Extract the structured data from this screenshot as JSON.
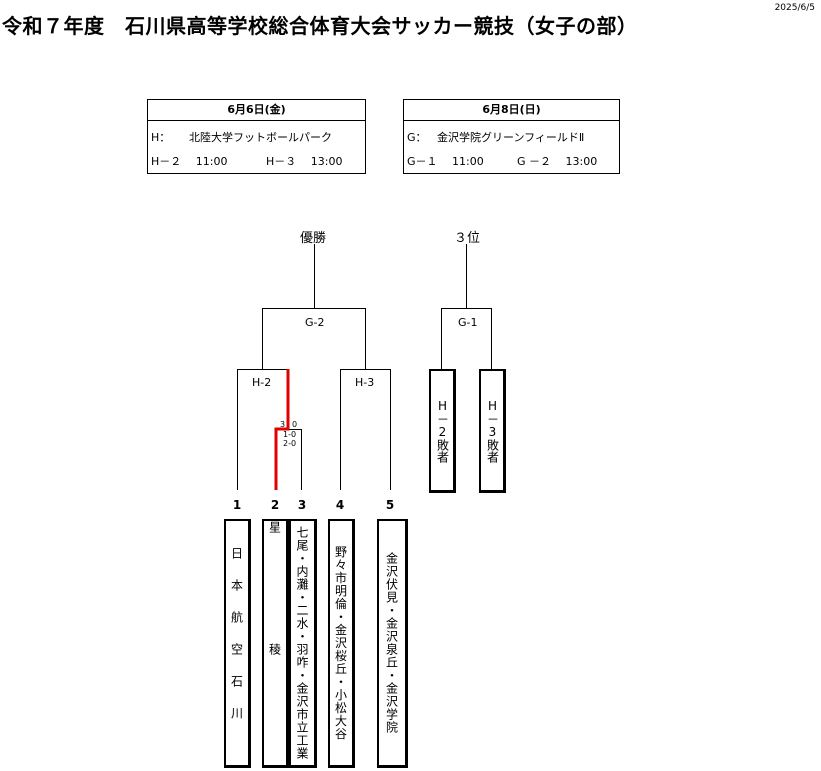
{
  "header": {
    "title": "令和７年度　石川県高等学校総合体育大会サッカー競技（女子の部）",
    "date": "2025/6/5"
  },
  "schedule": [
    {
      "day": "6月6日(金)",
      "venue_code": "H：",
      "venue": "北陸大学フットボールパーク",
      "match1": "H－２　 11:00",
      "match2": "H－３　 13:00"
    },
    {
      "day": "6月8日(日)",
      "venue_code": "G：",
      "venue": "金沢学院グリーンフィールドⅡ",
      "match1": "G－１　 11:00",
      "match2": "G －２　 13:00"
    }
  ],
  "bracket": {
    "champion_label": "優勝",
    "third_label": "３位",
    "final_label": "G-2",
    "third_match_label": "G-1",
    "semi1_label": "H-2",
    "semi2_label": "H-3",
    "qf_score_left": "3",
    "qf_score_right": "0",
    "qf_period1": "1-0",
    "qf_period2": "2-0",
    "highlight_color": "#e00000"
  },
  "teams": [
    {
      "seed": "1",
      "name": "日本航空石川"
    },
    {
      "seed": "2",
      "name": "星稜"
    },
    {
      "seed": "3",
      "name": "七尾・内灘・二水・羽咋・金沢市立工業"
    },
    {
      "seed": "4",
      "name": "野々市明倫・金沢桜丘・小松大谷"
    },
    {
      "seed": "5",
      "name": "金沢伏見・金沢泉丘・金沢学院"
    }
  ],
  "losers": [
    {
      "name": "H－2敗者"
    },
    {
      "name": "H－3敗者"
    }
  ]
}
